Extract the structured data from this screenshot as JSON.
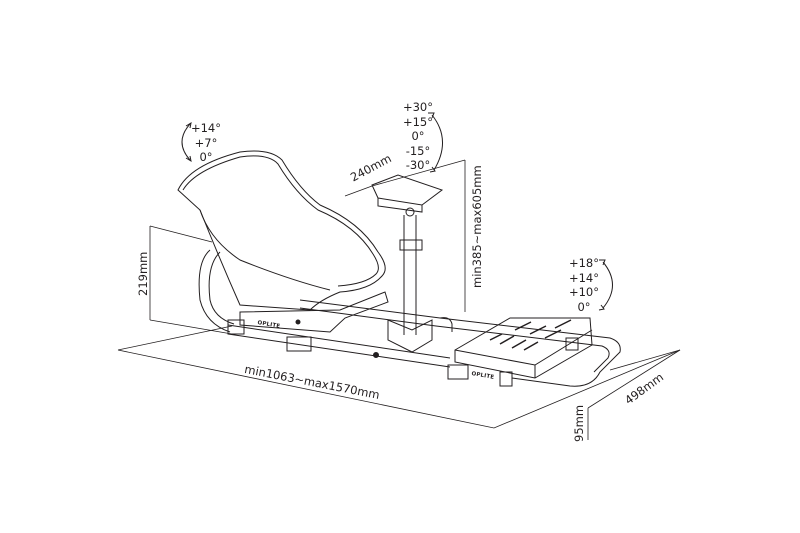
{
  "seat_angles": [
    "+14°",
    "+7°",
    "0°"
  ],
  "wheel_mount_angles": [
    "+30°",
    "+15°",
    "0°",
    "-15°",
    "-30°"
  ],
  "pedal_plate_angles": [
    "+18°",
    "+14°",
    "+10°",
    "0°"
  ],
  "dimensions": {
    "wheel_plate_width": "240mm",
    "wheel_height": "min385~max605mm",
    "seat_height": "219mm",
    "frame_length": "min1063~max1570mm",
    "frame_width": "498mm",
    "pedal_height": "95mm"
  },
  "brand_marks": [
    "OPLITE",
    "OPLITE"
  ],
  "colors": {
    "line": "#231f20",
    "background": "#ffffff"
  }
}
